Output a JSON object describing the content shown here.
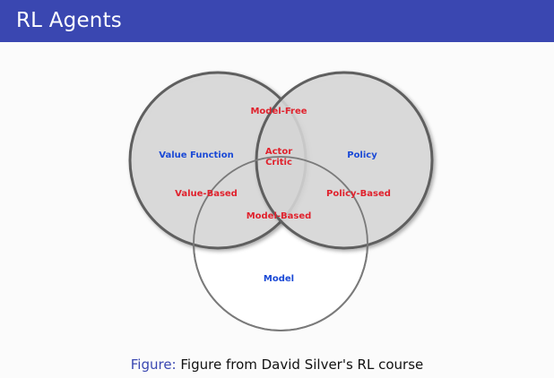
{
  "slide": {
    "title": "RL Agents"
  },
  "colors": {
    "title_bar": "#3a47b1",
    "circle_fill": "#d9d9d9",
    "circle_stroke": "#666666",
    "label_blue": "#1a49d6",
    "label_red": "#e0222d"
  },
  "venn": {
    "sets": [
      "Value Function",
      "Policy",
      "Model"
    ],
    "regions": {
      "value_function": "Value Function",
      "policy": "Policy",
      "model": "Model",
      "model_free": "Model-Free",
      "actor": "Actor",
      "critic": "Critic",
      "value_based": "Value-Based",
      "policy_based": "Policy-Based",
      "model_based": "Model-Based"
    }
  },
  "caption": {
    "prefix": "Figure:",
    "text": "Figure from David Silver's RL course"
  }
}
